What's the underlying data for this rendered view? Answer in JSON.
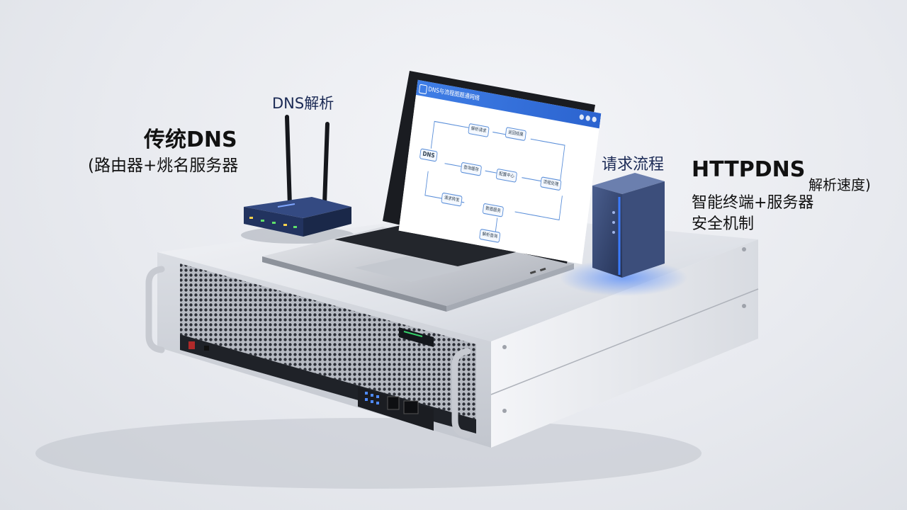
{
  "labels": {
    "traditional_title": "传统DNS",
    "traditional_sub": "(路由器+烑名服务器",
    "dns_parse": "DNS解析",
    "request_flow": "请求流程",
    "httpdns_title": "HTTPDNS",
    "httpdns_speed": "解析速度)",
    "httpdns_line1": "智能终端+服务器",
    "httpdns_line2": "安全机制"
  },
  "screen": {
    "title": "DNS与流程图题通网络",
    "dns_node": "DNS",
    "nodes": [
      "解析请求",
      "返回结果",
      "查询缓存",
      "配置中心",
      "流程处理",
      "请求转发",
      "数据服务",
      "解析查询"
    ]
  },
  "colors": {
    "accent": "#2f6fdc",
    "device_blue": "#2d4fa8",
    "led_blue": "#3b7bff"
  }
}
